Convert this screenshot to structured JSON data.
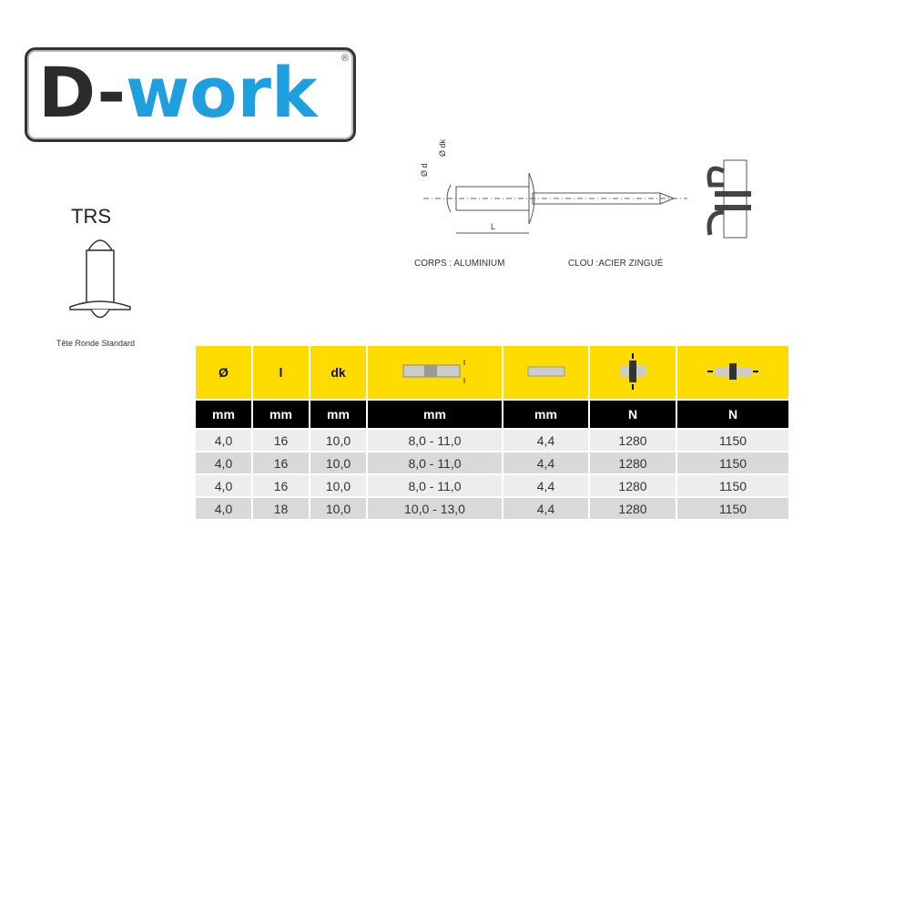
{
  "logo": {
    "text_d": "D-",
    "text_work": "work",
    "registered": "®"
  },
  "rivet": {
    "type_code": "TRS",
    "type_name": "Tête Ronde Standard"
  },
  "diagram": {
    "label_dk": "Ø dk",
    "label_d": "Ø d",
    "label_L": "L",
    "body_material": "CORPS : ALUMINIUM",
    "nail_material": "CLOU :ACIER ZINGUÉ"
  },
  "table": {
    "headers": [
      "Ø",
      "l",
      "dk",
      "grip-range-icon",
      "drill-hole-icon",
      "shear-strength-icon",
      "tensile-strength-icon"
    ],
    "header_text": [
      "Ø",
      "l",
      "dk"
    ],
    "units": [
      "mm",
      "mm",
      "mm",
      "mm",
      "mm",
      "N",
      "N"
    ],
    "rows": [
      [
        "4,0",
        "16",
        "10,0",
        "8,0 - 11,0",
        "4,4",
        "1280",
        "1150"
      ],
      [
        "4,0",
        "16",
        "10,0",
        "8,0 - 11,0",
        "4,4",
        "1280",
        "1150"
      ],
      [
        "4,0",
        "16",
        "10,0",
        "8,0 - 11,0",
        "4,4",
        "1280",
        "1150"
      ],
      [
        "4,0",
        "18",
        "10,0",
        "10,0 - 13,0",
        "4,4",
        "1280",
        "1150"
      ]
    ]
  },
  "colors": {
    "yellow": "#ffdc00",
    "blue": "#1e9fe0",
    "black": "#000000"
  }
}
